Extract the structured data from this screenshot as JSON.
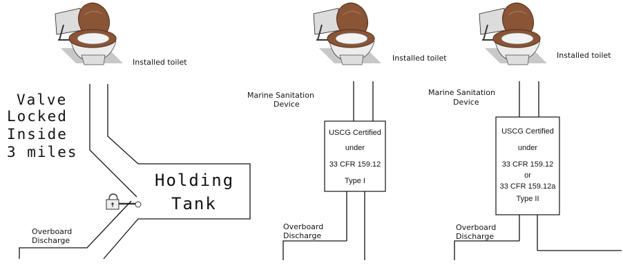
{
  "colors": {
    "line": "#111111",
    "seat_wood": "#8a5536",
    "seat_wood_dark": "#5b3522",
    "porcelain": "#e9e9e9",
    "porcelain_shadow": "#9a9a9a",
    "floor": "#c8c8c8"
  },
  "panel_left": {
    "toilet_label": "Installed toilet",
    "valve_lines": [
      "Valve",
      "Locked",
      "Inside",
      "3 miles"
    ],
    "tank_lines": [
      "Holding",
      "Tank"
    ],
    "discharge_lines": [
      "Overboard",
      "Discharge"
    ],
    "lock_icon": "padlock-icon"
  },
  "panel_mid": {
    "toilet_label": "Installed toilet",
    "msd_lines": [
      "Marine Sanitation",
      "Device"
    ],
    "box_lines": [
      "USCG Certified",
      "under",
      "33 CFR 159.12",
      "Type I"
    ],
    "discharge_lines": [
      "Overboard",
      "Discharge"
    ]
  },
  "panel_right": {
    "toilet_label": "Installed toilet",
    "msd_lines": [
      "Marine Sanitation",
      "Device"
    ],
    "box_lines": [
      "USCG Certified",
      "under",
      "33 CFR 159.12",
      "or",
      "33 CFR 159.12a",
      "Type II"
    ],
    "discharge_lines": [
      "Overboard",
      "Discharge"
    ]
  }
}
